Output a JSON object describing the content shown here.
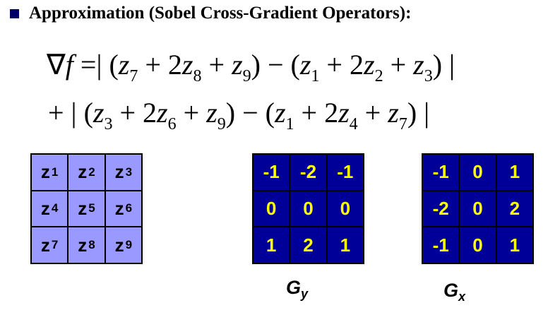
{
  "heading": "Approximation (Sobel Cross-Gradient Operators):",
  "equation": {
    "line1": [
      {
        "t": "∇"
      },
      {
        "i": "f"
      },
      {
        "t": " =| ("
      },
      {
        "i": "z"
      },
      {
        "s": "7"
      },
      {
        "t": " + 2"
      },
      {
        "i": "z"
      },
      {
        "s": "8"
      },
      {
        "t": " + "
      },
      {
        "i": "z"
      },
      {
        "s": "9"
      },
      {
        "t": ") − ("
      },
      {
        "i": "z"
      },
      {
        "s": "1"
      },
      {
        "t": " + 2"
      },
      {
        "i": "z"
      },
      {
        "s": "2"
      },
      {
        "t": " + "
      },
      {
        "i": "z"
      },
      {
        "s": "3"
      },
      {
        "t": ") |"
      }
    ],
    "line2": [
      {
        "t": "+ | ("
      },
      {
        "i": "z"
      },
      {
        "s": "3"
      },
      {
        "t": " + 2"
      },
      {
        "i": "z"
      },
      {
        "s": "6"
      },
      {
        "t": " + "
      },
      {
        "i": "z"
      },
      {
        "s": "9"
      },
      {
        "t": ") − ("
      },
      {
        "i": "z"
      },
      {
        "s": "1"
      },
      {
        "t": " + 2"
      },
      {
        "i": "z"
      },
      {
        "s": "4"
      },
      {
        "t": " + "
      },
      {
        "i": "z"
      },
      {
        "s": "7"
      },
      {
        "t": ") |"
      }
    ]
  },
  "z_grid": [
    [
      {
        "base": "z",
        "sub": "1"
      },
      {
        "base": "z",
        "sub": "2"
      },
      {
        "base": "z",
        "sub": "3"
      }
    ],
    [
      {
        "base": "z",
        "sub": "4"
      },
      {
        "base": "z",
        "sub": "5"
      },
      {
        "base": "z",
        "sub": "6"
      }
    ],
    [
      {
        "base": "z",
        "sub": "7"
      },
      {
        "base": "z",
        "sub": "8"
      },
      {
        "base": "z",
        "sub": "9"
      }
    ]
  ],
  "gy_kernel": [
    [
      "-1",
      "-2",
      "-1"
    ],
    [
      "0",
      "0",
      "0"
    ],
    [
      "1",
      "2",
      "1"
    ]
  ],
  "gx_kernel": [
    [
      "-1",
      "0",
      "1"
    ],
    [
      "-2",
      "0",
      "2"
    ],
    [
      "-1",
      "0",
      "1"
    ]
  ],
  "gy_label": {
    "base": "G",
    "sub": "y"
  },
  "gx_label": {
    "base": "G",
    "sub": "x"
  },
  "colors": {
    "z_cell": "#9999ff",
    "kernel_bg": "#000099",
    "kernel_text": "#ffff00",
    "bullet": "#000066"
  }
}
